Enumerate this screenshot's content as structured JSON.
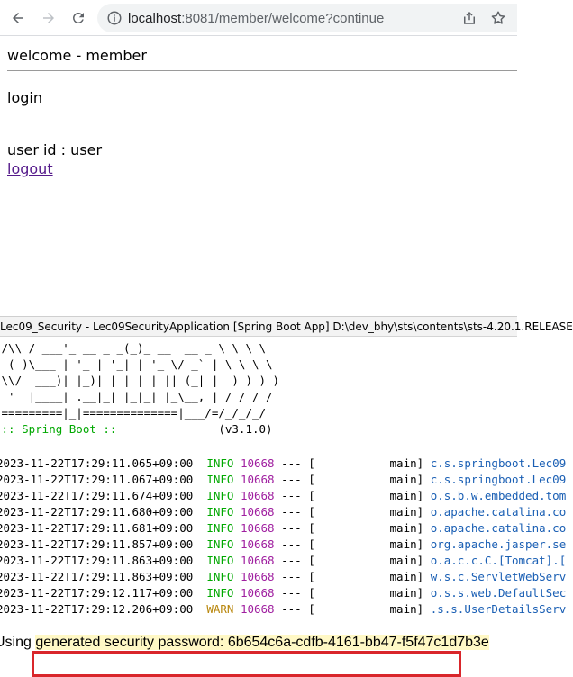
{
  "browser": {
    "url_host": "localhost",
    "url_rest": ":8081/member/welcome?continue"
  },
  "page": {
    "heading": "welcome - member",
    "login_label": "login",
    "user_id_text": "user id : user",
    "logout_label": "logout"
  },
  "console": {
    "title": "Lec09_Security - Lec09SecurityApplication [Spring Boot App] D:\\dev_bhy\\sts\\contents\\sts-4.20.1.RELEASE",
    "banner": [
      " /\\\\ / ___'_ __ _ _(_)_ __  __ _ \\ \\ \\ \\",
      "( ( )\\___ | '_ | '_| | '_ \\/ _` | \\ \\ \\ \\",
      " \\\\/  ___)| |_)| | | | | || (_| |  ) ) ) )",
      "  '  |____| .__|_| |_|_| |_\\__, | / / / /",
      " =========|_|==============|___/=/_/_/_/"
    ],
    "spring_label": " :: Spring Boot :: ",
    "spring_version": "              (v3.1.0)",
    "logs": [
      {
        "ts": "2023-11-22T17:29:11.065+09:00",
        "level": "INFO",
        "pid": "10668",
        "thread": "main",
        "logger": "c.s.springboot.Lec09"
      },
      {
        "ts": "2023-11-22T17:29:11.067+09:00",
        "level": "INFO",
        "pid": "10668",
        "thread": "main",
        "logger": "c.s.springboot.Lec09"
      },
      {
        "ts": "2023-11-22T17:29:11.674+09:00",
        "level": "INFO",
        "pid": "10668",
        "thread": "main",
        "logger": "o.s.b.w.embedded.tom"
      },
      {
        "ts": "2023-11-22T17:29:11.680+09:00",
        "level": "INFO",
        "pid": "10668",
        "thread": "main",
        "logger": "o.apache.catalina.co"
      },
      {
        "ts": "2023-11-22T17:29:11.681+09:00",
        "level": "INFO",
        "pid": "10668",
        "thread": "main",
        "logger": "o.apache.catalina.co"
      },
      {
        "ts": "2023-11-22T17:29:11.857+09:00",
        "level": "INFO",
        "pid": "10668",
        "thread": "main",
        "logger": "org.apache.jasper.se"
      },
      {
        "ts": "2023-11-22T17:29:11.863+09:00",
        "level": "INFO",
        "pid": "10668",
        "thread": "main",
        "logger": "o.a.c.c.C.[Tomcat].["
      },
      {
        "ts": "2023-11-22T17:29:11.863+09:00",
        "level": "INFO",
        "pid": "10668",
        "thread": "main",
        "logger": "w.s.c.ServletWebServ"
      },
      {
        "ts": "2023-11-22T17:29:12.117+09:00",
        "level": "INFO",
        "pid": "10668",
        "thread": "main",
        "logger": "o.s.s.web.DefaultSec"
      },
      {
        "ts": "2023-11-22T17:29:12.206+09:00",
        "level": "WARN",
        "pid": "10668",
        "thread": "main",
        "logger": ".s.s.UserDetailsServ"
      }
    ],
    "password_prefix": "Using ",
    "password_label": "generated security password: ",
    "password_value": "6b654c6a-cdfb-4161-bb47-f5f47c1d7b3e",
    "colors": {
      "highlight_box": "#d9262b",
      "info": "#00a800",
      "pid": "#a020a0",
      "logger": "#1a5fb4"
    }
  }
}
